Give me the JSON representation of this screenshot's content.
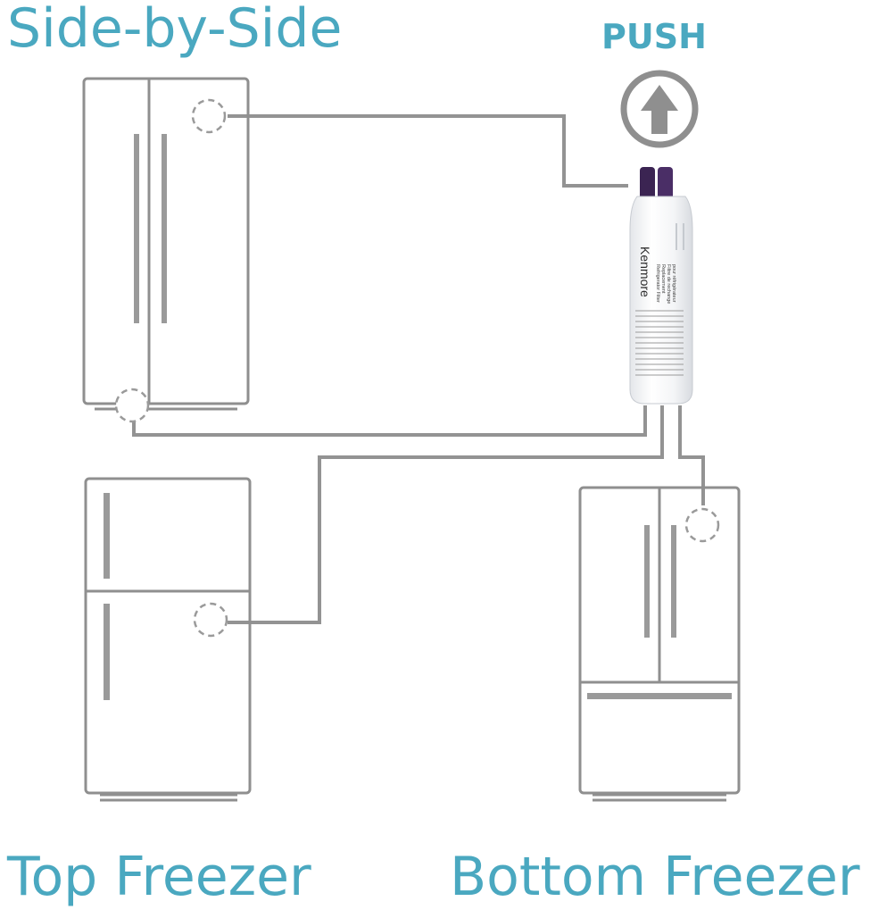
{
  "labels": {
    "side_by_side": "Side-by-Side",
    "push": "PUSH",
    "top_freezer": "Top Freezer",
    "bottom_freezer": "Bottom Freezer"
  },
  "filter": {
    "brand": "Kenmore",
    "line1": "Replacement",
    "line2": "Refrigerator Filter",
    "line3": "Filtre de rechange",
    "line4": "pour réfrigérateur"
  },
  "colors": {
    "label": "#4aa8c0",
    "outline": "#8f8f8f",
    "handle": "#9a9a9a",
    "cap": "#3b2452"
  },
  "icons": [
    "push-arrow-icon",
    "filter-location-marker"
  ]
}
